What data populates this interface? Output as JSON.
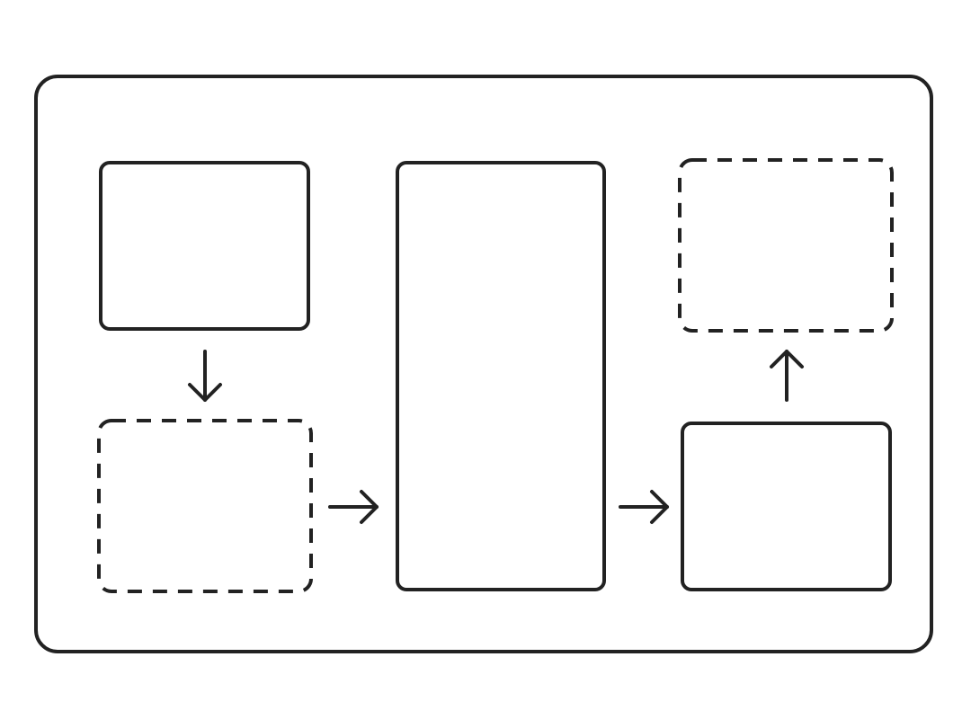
{
  "colors": {
    "stroke": "#222222",
    "background": "#ffffff"
  },
  "diagram": {
    "outer_frame": {
      "style": "solid"
    },
    "boxes": [
      {
        "id": "top-left-box",
        "style": "solid"
      },
      {
        "id": "bottom-left-box",
        "style": "dashed"
      },
      {
        "id": "center-tall-box",
        "style": "solid"
      },
      {
        "id": "top-right-box",
        "style": "dashed"
      },
      {
        "id": "bottom-right-box",
        "style": "solid"
      }
    ],
    "arrows": [
      {
        "id": "arrow-top-left-to-bottom-left",
        "direction": "down",
        "icon": "arrow-down-icon"
      },
      {
        "id": "arrow-bottom-left-to-center",
        "direction": "right",
        "icon": "arrow-right-icon"
      },
      {
        "id": "arrow-center-to-bottom-right",
        "direction": "right",
        "icon": "arrow-right-icon"
      },
      {
        "id": "arrow-bottom-right-to-top-right",
        "direction": "up",
        "icon": "arrow-up-icon"
      }
    ]
  }
}
